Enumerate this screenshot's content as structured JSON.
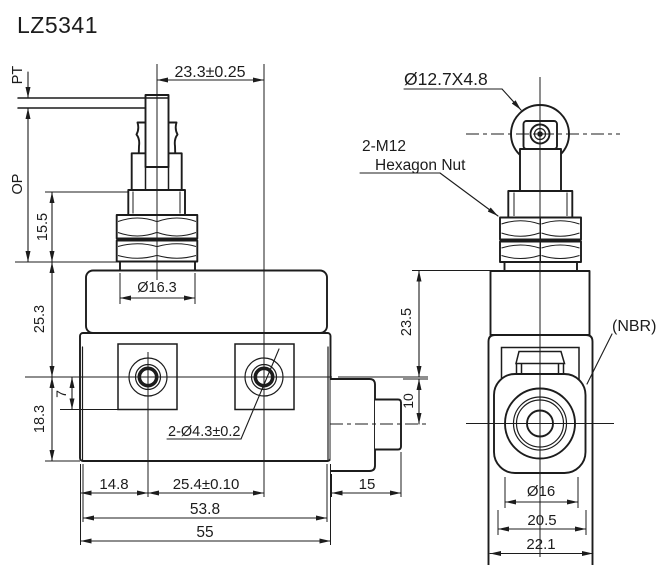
{
  "title": "LZ5341",
  "colors": {
    "line": "#1c1c1c",
    "background": "#ffffff"
  },
  "front_view": {
    "travel_labels": {
      "pretravel": "PT",
      "operating_position": "OP"
    },
    "dims": {
      "plunger_to_hole_center": "23.3±0.25",
      "nut_stack_height": "15.5",
      "surface_to_hole_center": "25.3",
      "hole_center_to_recess": "7",
      "hole_center_to_bottom": "18.3",
      "base_plate_dia": "Ø16.3",
      "mounting_holes": "2-Ø4.3±0.2",
      "edge_to_hole": "14.8",
      "hole_spacing": "25.4±0.10",
      "body_width_inner": "53.8",
      "body_width_overall": "55",
      "connector_length": "15",
      "connector_center_offset": "10"
    }
  },
  "side_view": {
    "callouts": {
      "roller_size": "Ø12.7X4.8",
      "nut_spec_line1": "2-M12",
      "nut_spec_line2": "Hexagon Nut",
      "seal_material": "(NBR)"
    },
    "dims": {
      "surface_to_hole_center": "23.5",
      "seal_dia": "Ø16",
      "body_depth_inner": "20.5",
      "body_depth_overall": "22.1"
    }
  }
}
